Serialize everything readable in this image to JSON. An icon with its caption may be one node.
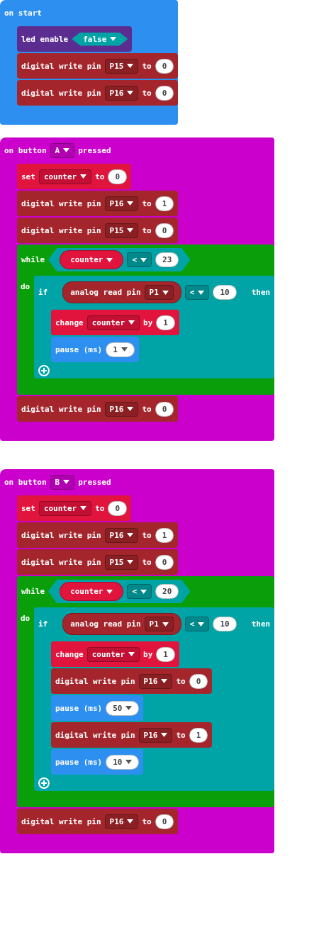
{
  "diagram": {
    "nodes": [
      {
        "text": [
          "on start"
        ]
      },
      {
        "text": [
          "led enable"
        ],
        "in": 0
      },
      {
        "text": [
          "false"
        ],
        "in": 1
      },
      {
        "text": [
          "digital write pin",
          "to"
        ],
        "in": 0
      },
      {
        "text": [
          "P15"
        ],
        "in": 3
      },
      {
        "text": [
          "0"
        ],
        "in": 3
      },
      {
        "text": [
          "digital write pin",
          "to"
        ],
        "in": 0
      },
      {
        "text": [
          "P16"
        ],
        "in": 6
      },
      {
        "text": [
          "0"
        ],
        "in": 6
      },
      {
        "text": [
          "on button",
          "pressed"
        ]
      },
      {
        "text": [
          "A"
        ],
        "in": 9
      },
      {
        "text": [
          "set",
          "to"
        ],
        "in": 9
      },
      {
        "text": [
          "counter"
        ],
        "in": 11
      },
      {
        "text": [
          "0"
        ],
        "in": 11
      },
      {
        "text": [
          "digital write pin",
          "to"
        ],
        "in": 9
      },
      {
        "text": [
          "P16"
        ],
        "in": 14
      },
      {
        "text": [
          "1"
        ],
        "in": 14
      },
      {
        "text": [
          "digital write pin",
          "to"
        ],
        "in": 9
      },
      {
        "text": [
          "P15"
        ],
        "in": 17
      },
      {
        "text": [
          "0"
        ],
        "in": 17
      },
      {
        "text": [
          "while",
          "do"
        ],
        "in": 9
      },
      {
        "text": [],
        "shape": "hexagon",
        "in": 20
      },
      {
        "text": [
          "counter"
        ],
        "in": 21
      },
      {
        "text": [
          "<"
        ],
        "in": 21
      },
      {
        "text": [
          "23"
        ],
        "in": 21
      },
      {
        "text": [
          "if",
          "then"
        ],
        "in": 20
      },
      {
        "text": [],
        "shape": "hexagon",
        "in": 25
      },
      {
        "text": [
          "analog read pin"
        ],
        "in": 26
      },
      {
        "text": [
          "P1"
        ],
        "in": 27
      },
      {
        "text": [
          "<"
        ],
        "in": 26
      },
      {
        "text": [
          "10"
        ],
        "in": 26
      },
      {
        "text": [
          "change",
          "by"
        ],
        "in": 25
      },
      {
        "text": [
          "counter"
        ],
        "in": 31
      },
      {
        "text": [
          "1"
        ],
        "in": 31
      },
      {
        "text": [
          "pause (ms)"
        ],
        "in": 25
      },
      {
        "text": [
          "1"
        ],
        "in": 34
      },
      {
        "text": [
          "digital write pin",
          "to"
        ],
        "in": 9
      },
      {
        "text": [
          "P16"
        ],
        "in": 36
      },
      {
        "text": [
          "0"
        ],
        "in": 36
      },
      {
        "text": [
          "on button",
          "pressed"
        ]
      },
      {
        "text": [
          "B"
        ],
        "in": 39
      },
      {
        "text": [
          "set",
          "to"
        ],
        "in": 39
      },
      {
        "text": [
          "counter"
        ],
        "in": 41
      },
      {
        "text": [
          "0"
        ],
        "in": 41
      },
      {
        "text": [
          "digital write pin",
          "to"
        ],
        "in": 39
      },
      {
        "text": [
          "P16"
        ],
        "in": 44
      },
      {
        "text": [
          "1"
        ],
        "in": 44
      },
      {
        "text": [
          "digital write pin",
          "to"
        ],
        "in": 39
      },
      {
        "text": [
          "P15"
        ],
        "in": 47
      },
      {
        "text": [
          "0"
        ],
        "in": 47
      },
      {
        "text": [
          "while",
          "do"
        ],
        "in": 39
      },
      {
        "text": [],
        "shape": "hexagon",
        "in": 50
      },
      {
        "text": [
          "counter"
        ],
        "in": 51
      },
      {
        "text": [
          "<"
        ],
        "in": 51
      },
      {
        "text": [
          "20"
        ],
        "in": 51
      },
      {
        "text": [
          "if",
          "then"
        ],
        "in": 50
      },
      {
        "text": [],
        "shape": "hexagon",
        "in": 55
      },
      {
        "text": [
          "analog read pin"
        ],
        "in": 56
      },
      {
        "text": [
          "P1"
        ],
        "in": 57
      },
      {
        "text": [
          "<"
        ],
        "in": 56
      },
      {
        "text": [
          "10"
        ],
        "in": 56
      },
      {
        "text": [
          "change",
          "by"
        ],
        "in": 55
      },
      {
        "text": [
          "counter"
        ],
        "in": 61
      },
      {
        "text": [
          "1"
        ],
        "in": 61
      },
      {
        "text": [
          "digital write pin",
          "to"
        ],
        "in": 55
      },
      {
        "text": [
          "P16"
        ],
        "in": 64
      },
      {
        "text": [
          "0"
        ],
        "in": 64
      },
      {
        "text": [
          "pause (ms)"
        ],
        "in": 55
      },
      {
        "text": [
          "50"
        ],
        "in": 67
      },
      {
        "text": [
          "digital write pin",
          "to"
        ],
        "in": 55
      },
      {
        "text": [
          "P16"
        ],
        "in": 69
      },
      {
        "text": [
          "1"
        ],
        "in": 69
      },
      {
        "text": [
          "pause (ms)"
        ],
        "in": 55
      },
      {
        "text": [
          "10"
        ],
        "in": 72
      },
      {
        "text": [
          "digital write pin",
          "to"
        ],
        "in": 39
      },
      {
        "text": [
          "P16"
        ],
        "in": 74
      },
      {
        "text": [
          "0"
        ],
        "in": 74
      }
    ]
  }
}
